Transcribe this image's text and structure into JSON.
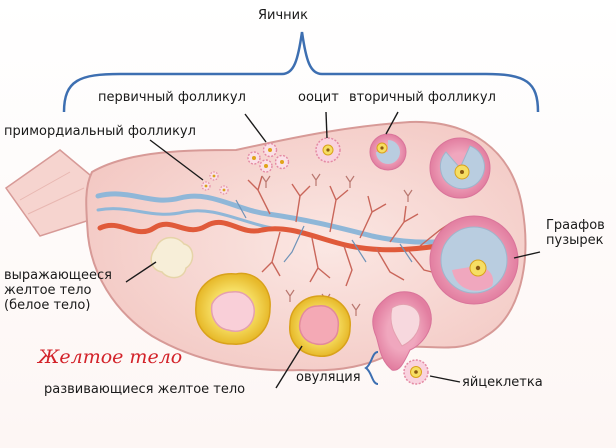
{
  "labels": {
    "ovary": "Яичник",
    "primary_follicle": "первичный фолликул",
    "oocyte": "ооцит",
    "secondary_follicle": "вторичный фолликул",
    "primordial_follicle": "примордиальный фолликул",
    "graafian_follicle": "Граафов\nпузырек",
    "degenerating_corpus_luteum": "выражающееся\nжелтое тело\n(белое тело)",
    "corpus_luteum": "Желтое тело",
    "developing_corpus_luteum": "развивающиеся желтое тело",
    "ovulation": "овуляция",
    "egg_cell": "яйцеклетка"
  },
  "colors": {
    "ovary_fill": "#f7d6d2",
    "ovary_stroke": "#d79a97",
    "artery": "#e05a3a",
    "vein": "#8fb7d8",
    "corpus_luteum_ring": "#f2d33f",
    "follicle_pink": "#e88aa8",
    "antrum": "#b9cde0",
    "brace": "#3d6fb1",
    "label_red": "#d3232a"
  }
}
